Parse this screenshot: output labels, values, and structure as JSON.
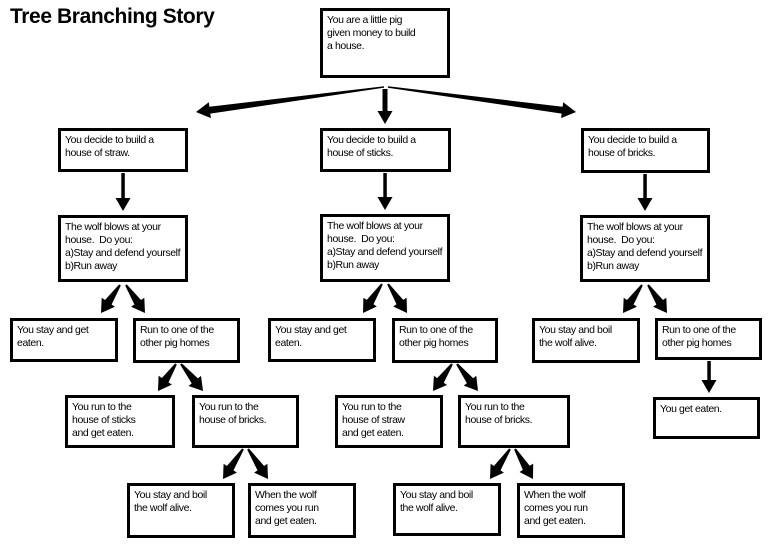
{
  "title": "Tree Branching Story",
  "colors": {
    "background": "#ffffff",
    "box_border": "#000000",
    "text": "#000000",
    "arrow": "#000000"
  },
  "nodes": {
    "root": {
      "text": "You are a little pig\ngiven money to build\na house."
    },
    "straw": {
      "text": "You decide to build a\nhouse of straw."
    },
    "sticks": {
      "text": "You decide to build a\nhouse of sticks."
    },
    "bricks": {
      "text": "You decide to build a\nhouse of bricks."
    },
    "wolf_straw": {
      "text": "The wolf blows at your\nhouse.  Do you:\na)Stay and defend yourself\nb)Run away"
    },
    "wolf_sticks": {
      "text": "The wolf blows at your\nhouse.  Do you:\na)Stay and defend yourself\nb)Run away"
    },
    "wolf_bricks": {
      "text": "The wolf blows at your\nhouse.  Do you:\na)Stay and defend yourself\nb)Run away"
    },
    "straw_stay": {
      "text": "You stay and get\neaten."
    },
    "straw_run": {
      "text": "Run to one of the\nother pig homes"
    },
    "sticks_stay": {
      "text": "You stay and get\neaten."
    },
    "sticks_run": {
      "text": "Run to one of the\nother pig homes"
    },
    "bricks_stay": {
      "text": "You stay and boil\nthe wolf alive."
    },
    "bricks_run": {
      "text": "Run to one of the\nother pig homes"
    },
    "straw_to_sticks": {
      "text": "You run to the\nhouse of sticks\nand get eaten."
    },
    "straw_to_bricks": {
      "text": "You run to the\nhouse of bricks."
    },
    "sticks_to_straw": {
      "text": "You run to the\nhouse of straw\nand get eaten."
    },
    "sticks_to_bricks": {
      "text": "You run to the\nhouse of bricks."
    },
    "bricks_eaten": {
      "text": "You get eaten."
    },
    "straw_bricks_boil": {
      "text": "You stay and boil\nthe wolf alive."
    },
    "straw_bricks_run": {
      "text": "When the wolf\ncomes you run\nand get eaten."
    },
    "sticks_bricks_boil": {
      "text": "You stay and boil\nthe wolf alive."
    },
    "sticks_bricks_run": {
      "text": "When the wolf\ncomes you run\nand get eaten."
    }
  },
  "edges": [
    {
      "from": "root",
      "to": "straw"
    },
    {
      "from": "root",
      "to": "sticks"
    },
    {
      "from": "root",
      "to": "bricks"
    },
    {
      "from": "straw",
      "to": "wolf_straw"
    },
    {
      "from": "sticks",
      "to": "wolf_sticks"
    },
    {
      "from": "bricks",
      "to": "wolf_bricks"
    },
    {
      "from": "wolf_straw",
      "to": "straw_stay"
    },
    {
      "from": "wolf_straw",
      "to": "straw_run"
    },
    {
      "from": "wolf_sticks",
      "to": "sticks_stay"
    },
    {
      "from": "wolf_sticks",
      "to": "sticks_run"
    },
    {
      "from": "wolf_bricks",
      "to": "bricks_stay"
    },
    {
      "from": "wolf_bricks",
      "to": "bricks_run"
    },
    {
      "from": "straw_run",
      "to": "straw_to_sticks"
    },
    {
      "from": "straw_run",
      "to": "straw_to_bricks"
    },
    {
      "from": "sticks_run",
      "to": "sticks_to_straw"
    },
    {
      "from": "sticks_run",
      "to": "sticks_to_bricks"
    },
    {
      "from": "bricks_run",
      "to": "bricks_eaten"
    },
    {
      "from": "straw_to_bricks",
      "to": "straw_bricks_boil"
    },
    {
      "from": "straw_to_bricks",
      "to": "straw_bricks_run"
    },
    {
      "from": "sticks_to_bricks",
      "to": "sticks_bricks_boil"
    },
    {
      "from": "sticks_to_bricks",
      "to": "sticks_bricks_run"
    }
  ]
}
